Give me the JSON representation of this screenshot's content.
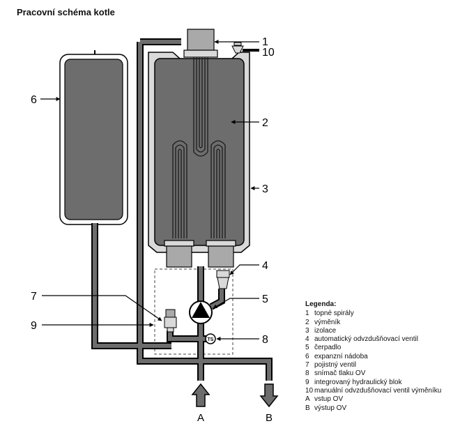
{
  "title": "Pracovní schéma kotle",
  "callouts": [
    "1",
    "2",
    "3",
    "4",
    "5",
    "6",
    "7",
    "8",
    "9",
    "10"
  ],
  "io_labels": {
    "inlet": "A",
    "outlet": "B"
  },
  "sensor_label": "TS",
  "legend": {
    "title": "Legenda:",
    "items": [
      {
        "key": "1",
        "text": "topné spirály"
      },
      {
        "key": "2",
        "text": "výměník"
      },
      {
        "key": "3",
        "text": "izolace"
      },
      {
        "key": "4",
        "text": "automatický odvzdušňovací ventil"
      },
      {
        "key": "5",
        "text": "čerpadlo"
      },
      {
        "key": "6",
        "text": "expanzní nádoba"
      },
      {
        "key": "7",
        "text": "pojistný ventil"
      },
      {
        "key": "8",
        "text": "snímač tlaku OV"
      },
      {
        "key": "9",
        "text": "integrovaný hydraulický blok"
      },
      {
        "key": "10",
        "text": "manuální odvzdušňovací ventil výměníku"
      },
      {
        "key": "A",
        "text": "vstup OV"
      },
      {
        "key": "B",
        "text": "výstup OV"
      }
    ]
  },
  "colors": {
    "dark": "#2b2b2b",
    "body": "#6d6d6d",
    "insulation": "#d9d9d9",
    "part": "#a9a9a9",
    "white": "#ffffff"
  }
}
